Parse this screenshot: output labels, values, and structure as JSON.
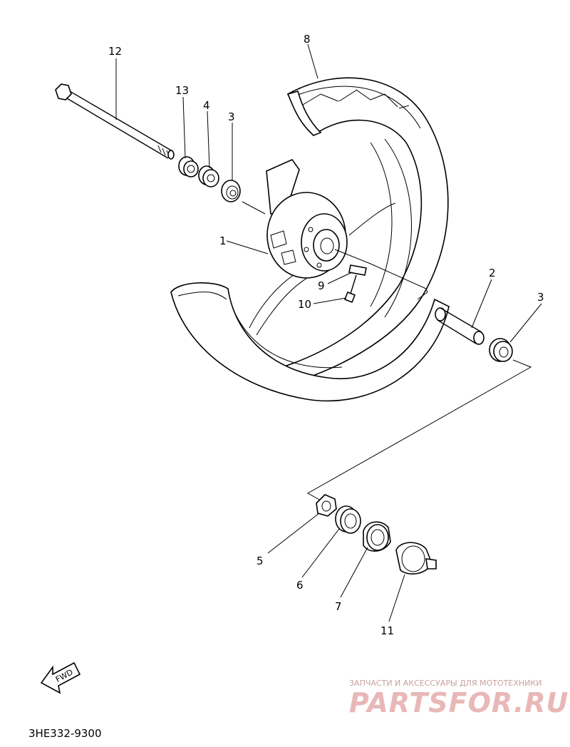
{
  "callouts": [
    {
      "id": "1",
      "label": "1"
    },
    {
      "id": "2",
      "label": "2"
    },
    {
      "id": "3a",
      "label": "3"
    },
    {
      "id": "3b",
      "label": "3"
    },
    {
      "id": "4",
      "label": "4"
    },
    {
      "id": "5",
      "label": "5"
    },
    {
      "id": "6",
      "label": "6"
    },
    {
      "id": "7",
      "label": "7"
    },
    {
      "id": "8",
      "label": "8"
    },
    {
      "id": "9",
      "label": "9"
    },
    {
      "id": "10",
      "label": "10"
    },
    {
      "id": "11",
      "label": "11"
    },
    {
      "id": "12",
      "label": "12"
    },
    {
      "id": "13",
      "label": "13"
    }
  ],
  "fwd_label": "FWD",
  "diagram_code": "3HE332-9300",
  "watermark": {
    "tagline": "ЗАПЧАСТИ И АКСЕССУАРЫ ДЛЯ МОТОТЕХНИКИ",
    "site": "PARTSFOR.RU"
  }
}
